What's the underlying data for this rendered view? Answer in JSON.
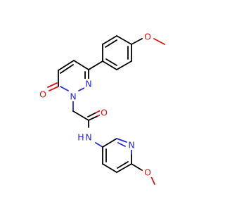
{
  "colors": {
    "bond": "#000000",
    "oxygen": "#e01010",
    "nitrogen": "#2828d8",
    "background": "#ffffff"
  },
  "atoms": {
    "o_carbonyl_ring": "O",
    "n_ring_1": "N",
    "n_ring_2": "N",
    "o_methoxy_top": "O",
    "o_amide": "O",
    "n_amide": "N",
    "h_amide": "H",
    "n_pyridine": "N",
    "o_methoxy_bottom": "O"
  }
}
